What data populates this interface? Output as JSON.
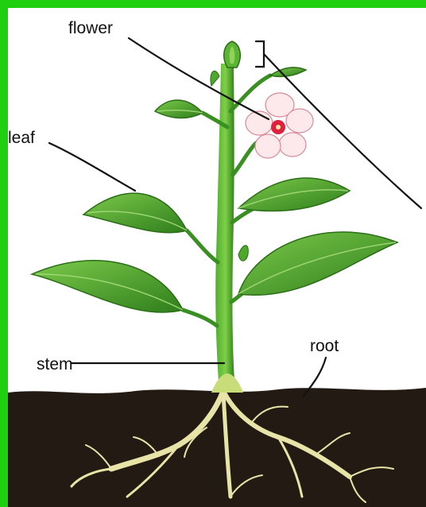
{
  "labels": {
    "flower": "flower",
    "leaf": "leaf",
    "stem": "stem",
    "root": "root"
  },
  "colors": {
    "frame": "#1fcf10",
    "background": "#ffffff",
    "soil": "#231a14",
    "leaf": "#3f9a2a",
    "stem": "#2e8a1e",
    "root": "#e8e3a6",
    "petal": "#fde9ec",
    "flower_center": "#e0203c",
    "label_line": "#111111"
  }
}
